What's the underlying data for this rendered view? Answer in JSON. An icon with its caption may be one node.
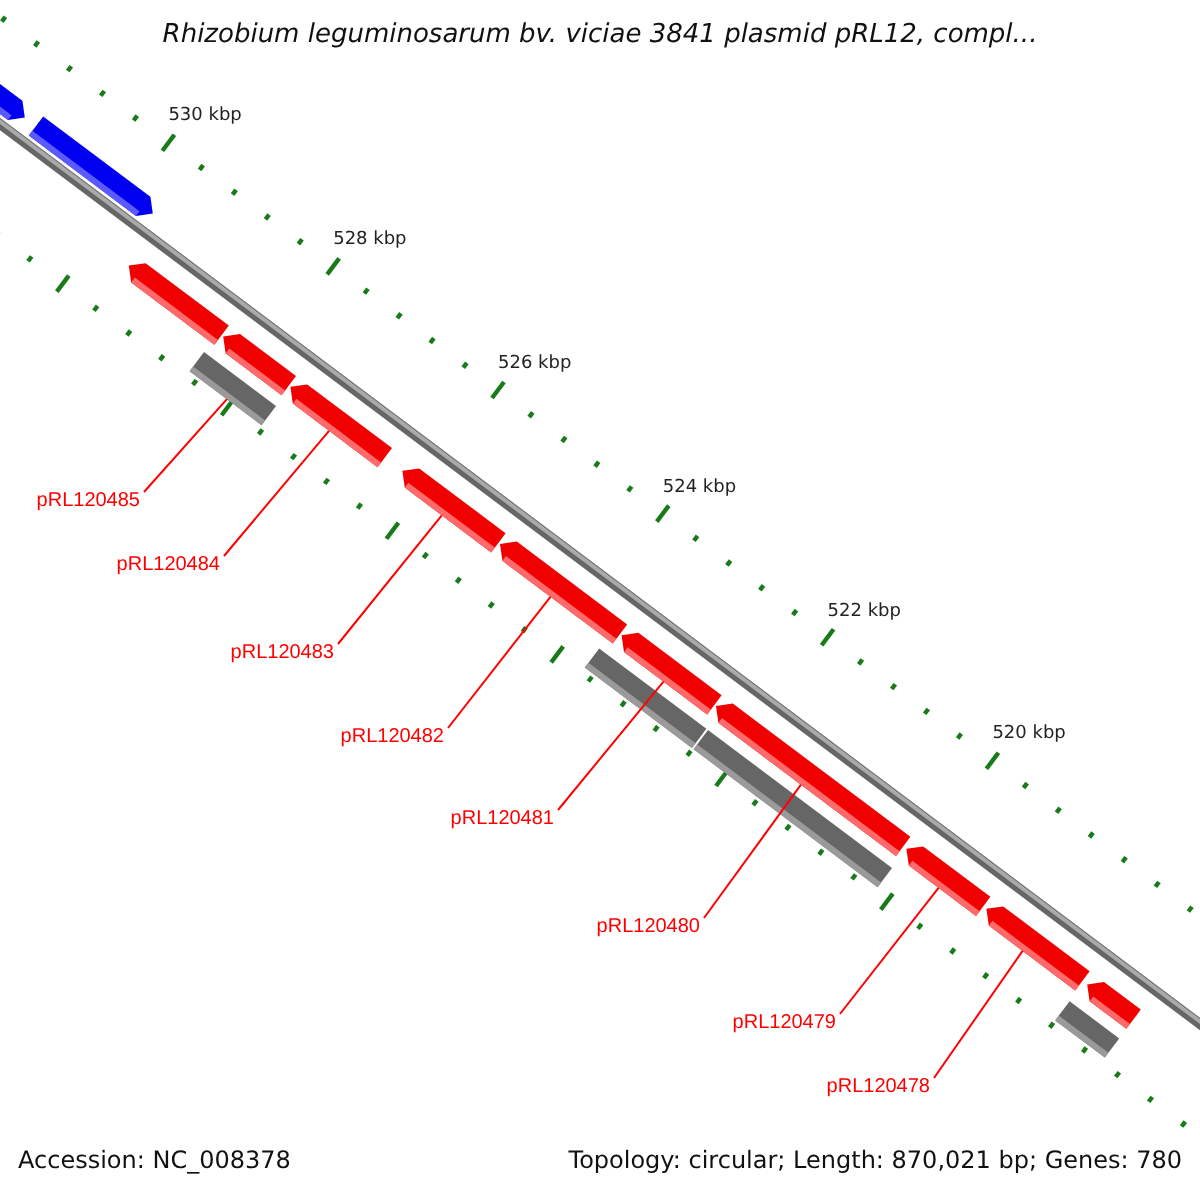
{
  "diagram": {
    "title": "Rhizobium leguminosarum bv. viciae 3841 plasmid pRL12, compl...",
    "nodes": [
      {
        "text": [
          "pRL120485"
        ]
      },
      {
        "text": [
          "pRL120484"
        ]
      },
      {
        "text": [
          "pRL120483"
        ]
      },
      {
        "text": [
          "pRL120482"
        ]
      },
      {
        "text": [
          "pRL120481"
        ]
      },
      {
        "text": [
          "pRL120480"
        ]
      },
      {
        "text": [
          "pRL120479"
        ]
      },
      {
        "text": [
          "pRL120478"
        ]
      },
      {
        "text": [],
        "shape": "bar"
      },
      {
        "text": [],
        "shape": "bar"
      },
      {
        "text": [],
        "shape": "bar"
      },
      {
        "text": [],
        "shape": "bar"
      },
      {
        "text": [],
        "shape": "bar"
      },
      {
        "text": [],
        "shape": "bar"
      },
      {
        "text": [],
        "shape": "bar"
      },
      {
        "text": [],
        "shape": "bar"
      },
      {
        "text": [],
        "shape": "bar"
      },
      {
        "text": [],
        "shape": "bar"
      },
      {
        "text": [],
        "shape": "bar"
      },
      {
        "text": [],
        "shape": "bar"
      },
      {
        "text": [],
        "shape": "bar"
      },
      {
        "text": [],
        "shape": "bar"
      },
      {
        "text": [],
        "shape": "bar"
      },
      {
        "text": [],
        "shape": "bar"
      }
    ],
    "edges": [
      {
        "from": 0,
        "to": 11,
        "arrow": "none"
      },
      {
        "from": 1,
        "to": 13,
        "arrow": "none"
      },
      {
        "from": 2,
        "to": 14,
        "arrow": "none"
      },
      {
        "from": 3,
        "to": 15,
        "arrow": "none"
      },
      {
        "from": 4,
        "to": 17,
        "arrow": "none"
      },
      {
        "from": 5,
        "to": 18,
        "arrow": "none"
      },
      {
        "from": 6,
        "to": 20,
        "arrow": "none"
      },
      {
        "from": 7,
        "to": 21,
        "arrow": "none"
      }
    ],
    "labels": [
      "530 kbp",
      "528 kbp",
      "526 kbp",
      "524 kbp",
      "522 kbp",
      "520 kbp",
      "Accession: NC_008378",
      "Topology: circular; Length: 870,021 bp; Genes: 780"
    ]
  }
}
